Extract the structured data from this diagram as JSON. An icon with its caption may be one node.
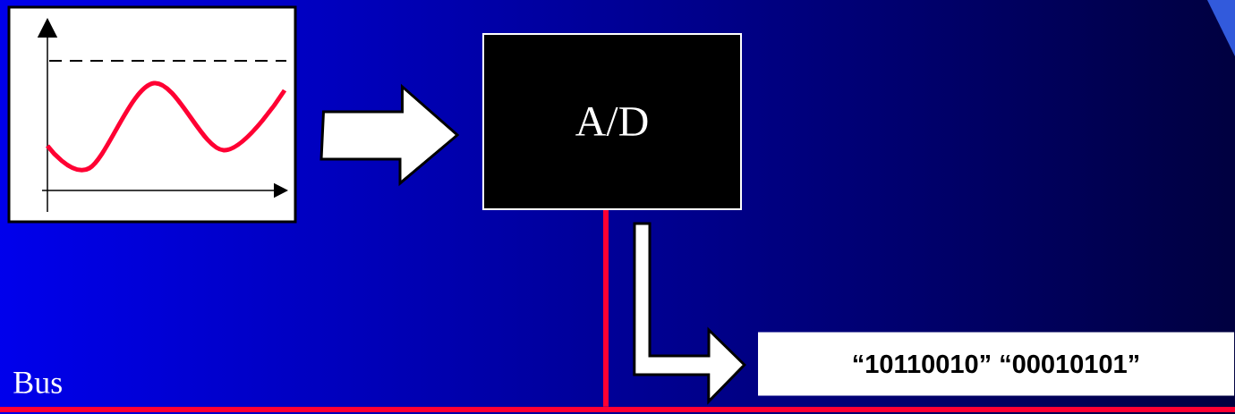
{
  "diagram": {
    "nodes": [
      {
        "text": [],
        "shape": "picture"
      },
      {
        "text": [
          "A/D"
        ]
      },
      {
        "text": [
          "“10110010” “00010101”"
        ]
      },
      {
        "text": [],
        "shape": "bar",
        "beside": [
          "Bus"
        ]
      }
    ],
    "edges": [
      {
        "from": 0,
        "to": 1,
        "arrow": "to"
      },
      {
        "from": 1,
        "to": 2,
        "arrow": "to"
      },
      {
        "from": 1,
        "to": 3,
        "arrow": "none",
        "color": "#ff0033"
      }
    ]
  }
}
